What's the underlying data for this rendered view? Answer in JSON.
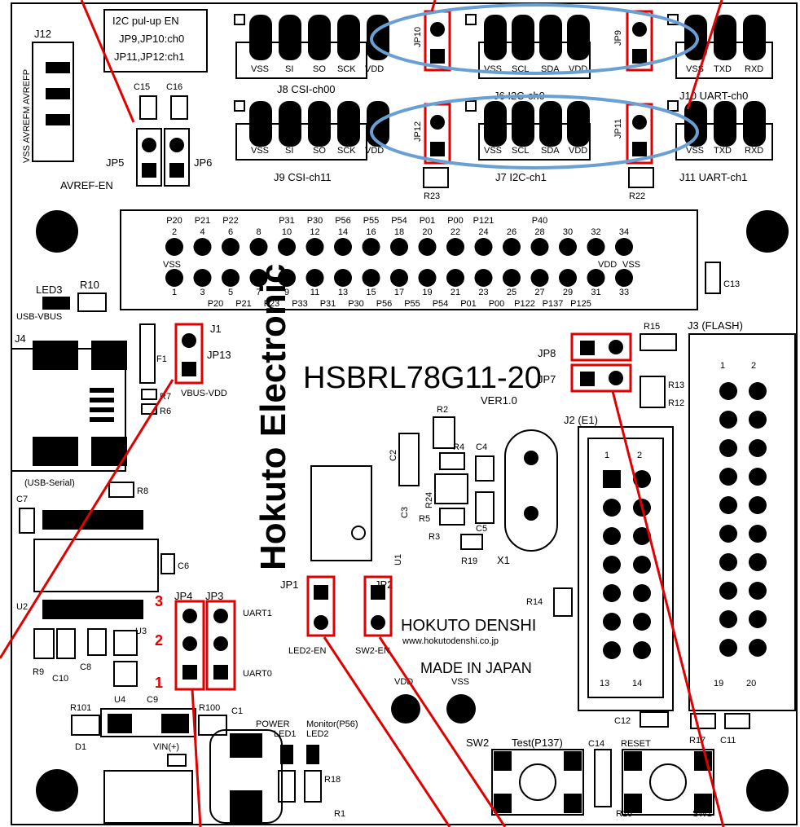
{
  "board": {
    "name": "HSBRL78G11-20",
    "version": "VER1.0",
    "maker": "HOKUTO DENSHI",
    "url": "www.hokutodenshi.co.jp",
    "made_in": "MADE IN JAPAN",
    "logo_text": "Hokuto Electronic"
  },
  "notes": {
    "i2c_line1": "I2C pul-up EN",
    "i2c_line2": "JP9,JP10:ch0",
    "i2c_line3": "JP11,JP12:ch1"
  },
  "connectors": {
    "j12": "J12",
    "avref_pins": "VSS AVREFM AVREFP",
    "j8": "J8  CSI-ch00",
    "j9": "J9  CSI-ch11",
    "j6": "J6  I2C-ch0",
    "j7": "J7  I2C-ch1",
    "j10": "J10  UART-ch0",
    "j11": "J11  UART-ch1",
    "csi_pins": [
      "VSS",
      "SI",
      "SO",
      "SCK",
      "VDD"
    ],
    "i2c_pins": [
      "VSS",
      "SCL",
      "SDA",
      "VDD"
    ],
    "uart_pins": [
      "VSS",
      "TXD",
      "RXD"
    ],
    "j1": "J1",
    "j2": "J2 (E1)",
    "j3": "J3 (FLASH)",
    "j4": "J4",
    "usb_serial": "(USB-Serial)"
  },
  "header": {
    "top_labels": [
      "P20",
      "P21",
      "P22",
      "",
      "P31",
      "P30",
      "P56",
      "P55",
      "P54",
      "P01",
      "P00",
      "P121",
      "",
      "P40",
      "",
      ""
    ],
    "top_nums": [
      "2",
      "4",
      "6",
      "8",
      "10",
      "12",
      "14",
      "16",
      "18",
      "20",
      "22",
      "24",
      "26",
      "28",
      "30",
      "32",
      "34"
    ],
    "bottom_nums": [
      "1",
      "3",
      "5",
      "7",
      "9",
      "11",
      "13",
      "15",
      "17",
      "19",
      "21",
      "23",
      "25",
      "27",
      "29",
      "31",
      "33"
    ],
    "bottom_labels": [
      "",
      "P20",
      "P21",
      "P23",
      "P33",
      "P31",
      "P30",
      "P56",
      "P55",
      "P54",
      "P01",
      "P00",
      "P122",
      "P137",
      "P125",
      "",
      ""
    ],
    "vss": "VSS",
    "vdd": "VDD",
    "vss2": "VSS"
  },
  "jumpers": {
    "jp1": "JP1",
    "jp2": "JP2",
    "jp3": "JP3",
    "jp4": "JP4",
    "jp5": "JP5",
    "jp6": "JP6",
    "jp7": "JP7",
    "jp8": "JP8",
    "jp9": "JP9",
    "jp10": "JP10",
    "jp11": "JP11",
    "jp12": "JP12",
    "jp13": "JP13",
    "avref_en": "AVREF-EN",
    "vbus_vdd": "VBUS-VDD",
    "led2_en": "LED2-EN",
    "sw2_en": "SW2-EN",
    "uart1": "UART1",
    "uart0": "UART0",
    "pos1": "1",
    "pos2": "2",
    "pos3": "3"
  },
  "parts": {
    "c1": "C1",
    "c2": "C2",
    "c3": "C3",
    "c4": "C4",
    "c5": "C5",
    "c6": "C6",
    "c7": "C7",
    "c8": "C8",
    "c9": "C9",
    "c10": "C10",
    "c11": "C11",
    "c12": "C12",
    "c13": "C13",
    "c14": "C14",
    "c15": "C15",
    "c16": "C16",
    "r1": "R1",
    "r2": "R2",
    "r3": "R3",
    "r4": "R4",
    "r5": "R5",
    "r6": "R6",
    "r7": "R7",
    "r8": "R8",
    "r9": "R9",
    "r10": "R10",
    "r12": "R12",
    "r13": "R13",
    "r14": "R14",
    "r15": "R15",
    "r16": "R16",
    "r17": "R17",
    "r18": "R18",
    "r19": "R19",
    "r22": "R22",
    "r23": "R23",
    "r24": "R24",
    "r100": "R100",
    "r101": "R101",
    "led1": "LED1",
    "led2": "LED2",
    "led3": "LED3",
    "usb_vbus": "USB-VBUS",
    "power": "POWER",
    "monitor": "Monitor(P56)",
    "u1": "U1",
    "u2": "U2",
    "u3": "U3",
    "u4": "U4",
    "d1": "D1",
    "vin": "VIN(+)",
    "x1": "X1",
    "f1": "F1",
    "sw1": "SW1",
    "sw2": "SW2",
    "test": "Test(P137)",
    "reset": "RESET",
    "vdd_tp": "VDD",
    "vss_tp": "VSS"
  },
  "e1_pins": {
    "tl": "1",
    "tr": "2",
    "bl": "13",
    "br": "14"
  },
  "flash_pins": {
    "tl": "1",
    "tr": "2",
    "bl": "19",
    "br": "20"
  },
  "colors": {
    "highlight": "#e00000",
    "ellipse": "#6a9fd4"
  }
}
